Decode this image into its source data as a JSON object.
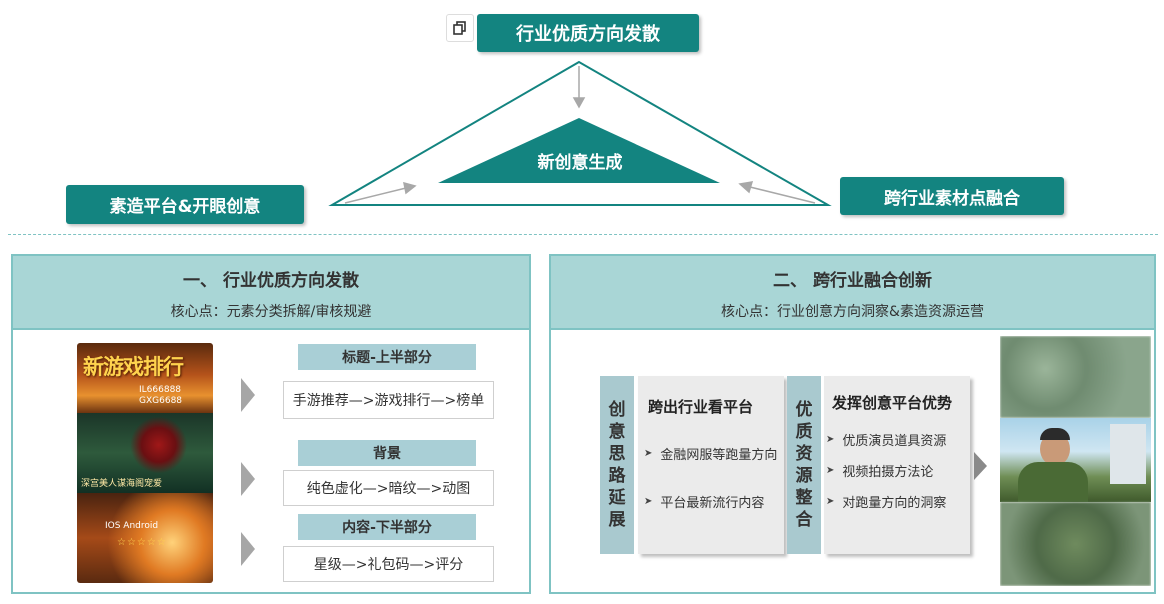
{
  "top": {
    "title": "行业优质方向发散",
    "center": "新创意生成",
    "left": "素造平台&开眼创意",
    "right": "跨行业素材点融合"
  },
  "panel_left": {
    "title": "一、 行业优质方向发散",
    "subtitle": "核心点：元素分类拆解/审核规避",
    "thumb_texts": [
      "新游戏排行",
      "IL666888",
      "GXG6688",
      "深宫美人谋海阁宠爱",
      "IOS Android",
      "☆☆☆☆☆"
    ],
    "groups": [
      {
        "label": "标题-上半部分",
        "content": "手游推荐—>游戏排行—>榜单"
      },
      {
        "label": "背景",
        "content": "纯色虚化—>暗纹—>动图"
      },
      {
        "label": "内容-下半部分",
        "content": "星级—>礼包码—>评分"
      }
    ]
  },
  "panel_right": {
    "title": "二、 跨行业融合创新",
    "subtitle": "核心点：行业创意方向洞察&素造资源运营",
    "vlabel1": [
      "创",
      "意",
      "思",
      "路",
      "延",
      "展"
    ],
    "card1": {
      "title": "跨出行业看平台",
      "bullets": [
        "金融网服等跑量方向",
        "平台最新流行内容"
      ]
    },
    "vlabel2": [
      "优",
      "质",
      "资",
      "源",
      "整",
      "合"
    ],
    "card2": {
      "title": "发挥创意平台优势",
      "bullets": [
        "优质演员道具资源",
        "视频拍摄方法论",
        "对跑量方向的洞察"
      ]
    }
  },
  "colors": {
    "teal": "#138480",
    "panel_border": "#7fc3c3",
    "panel_head": "#a9d6d6"
  },
  "icons": {
    "copy": "copy-icon",
    "arrow": "triangle-right-icon",
    "bullet": "chevron-right-icon"
  }
}
